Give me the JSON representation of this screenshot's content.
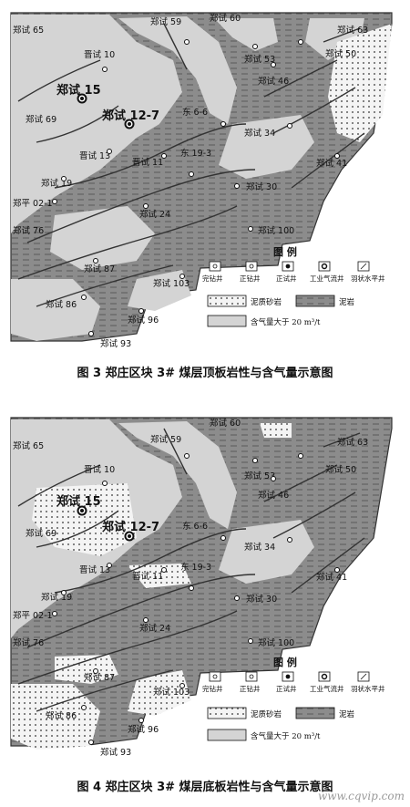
{
  "figures": [
    {
      "caption": "图 3   郑庄区块 3# 煤层顶板岩性与含气量示意图",
      "wells": [
        {
          "name": "郑试 65"
        },
        {
          "name": "郑试 59"
        },
        {
          "name": "郑试 60"
        },
        {
          "name": "郑试 63"
        },
        {
          "name": "晋试 10"
        },
        {
          "name": "郑试 53"
        },
        {
          "name": "郑试 50"
        },
        {
          "name": "郑试 15"
        },
        {
          "name": "郑试 46"
        },
        {
          "name": "郑试 12-7"
        },
        {
          "name": "郑试 69"
        },
        {
          "name": "东 6-6"
        },
        {
          "name": "郑试 34"
        },
        {
          "name": "晋试 13"
        },
        {
          "name": "晋试 11"
        },
        {
          "name": "东 19-3"
        },
        {
          "name": "郑试 41"
        },
        {
          "name": "郑试 19"
        },
        {
          "name": "郑试 30"
        },
        {
          "name": "郑平 02-1"
        },
        {
          "name": "郑试 24"
        },
        {
          "name": "郑试 76"
        },
        {
          "name": "郑试 100"
        },
        {
          "name": "郑试 87"
        },
        {
          "name": "郑试 103"
        },
        {
          "name": "郑试 86"
        },
        {
          "name": "郑试 96"
        },
        {
          "name": "郑试 93"
        }
      ],
      "legend": {
        "title": "图 例",
        "well_types": [
          "完钻井",
          "正钻井",
          "正试井",
          "工业气流井",
          "羽状水平井"
        ],
        "lithology": [
          "泥质砂岩",
          "泥岩"
        ],
        "gas": "含气量大于 20 m³/t"
      }
    },
    {
      "caption": "图 4   郑庄区块 3# 煤层底板岩性与含气量示意图",
      "wells": [
        {
          "name": "郑试 65"
        },
        {
          "name": "郑试 59"
        },
        {
          "name": "郑试 60"
        },
        {
          "name": "郑试 63"
        },
        {
          "name": "晋试 10"
        },
        {
          "name": "郑试 53"
        },
        {
          "name": "郑试 50"
        },
        {
          "name": "郑试 15"
        },
        {
          "name": "郑试 46"
        },
        {
          "name": "郑试 12-7"
        },
        {
          "name": "郑试 69"
        },
        {
          "name": "东 6-6"
        },
        {
          "name": "郑试 34"
        },
        {
          "name": "晋试 13"
        },
        {
          "name": "晋试 11"
        },
        {
          "name": "东 19-3"
        },
        {
          "name": "郑试 41"
        },
        {
          "name": "郑试 19"
        },
        {
          "name": "郑试 30"
        },
        {
          "name": "郑平 02-1"
        },
        {
          "name": "郑试 24"
        },
        {
          "name": "郑试 76"
        },
        {
          "name": "郑试 100"
        },
        {
          "name": "郑试 87"
        },
        {
          "name": "郑试 103"
        },
        {
          "name": "郑试 86"
        },
        {
          "name": "郑试 96"
        },
        {
          "name": "郑试 93"
        }
      ],
      "legend": {
        "title": "图 例",
        "well_types": [
          "完钻井",
          "正钻井",
          "正试井",
          "工业气流井",
          "羽状水平井"
        ],
        "lithology": [
          "泥质砂岩",
          "泥岩"
        ],
        "gas": "含气量大于 20 m³/t"
      }
    }
  ],
  "colors": {
    "mudstone": "#8c8c8c",
    "mudstone_line": "#5a5a5a",
    "gas_area": "#d4d4d4",
    "sandstone": "#f4f4f4",
    "fault": "#333333"
  },
  "watermark": "www.cqvip.com"
}
